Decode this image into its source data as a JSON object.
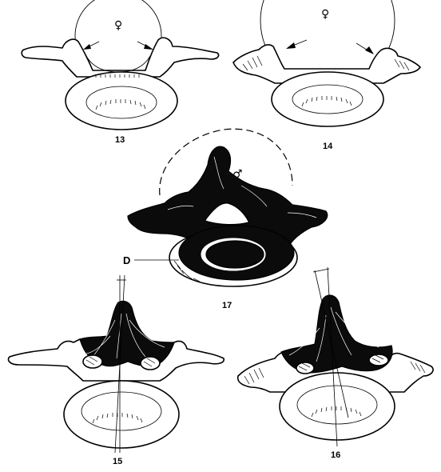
{
  "figures": {
    "fig13": {
      "label": "13",
      "symbol": "♀"
    },
    "fig14": {
      "label": "14",
      "symbol": "♀"
    },
    "fig17": {
      "label": "17",
      "symbol": "♂",
      "dimension_label": "D"
    },
    "fig15": {
      "label": "15"
    },
    "fig16": {
      "label": "16"
    }
  }
}
